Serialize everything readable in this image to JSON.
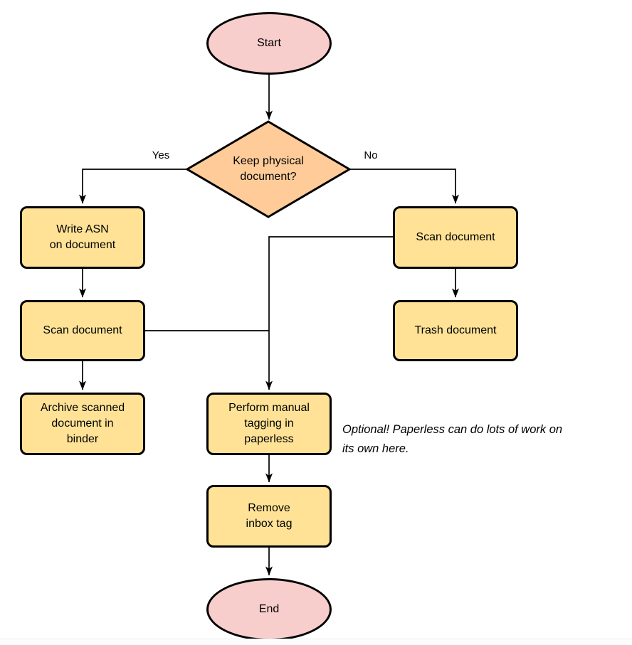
{
  "diagram": {
    "nodes": {
      "start": {
        "label": "Start",
        "type": "terminator"
      },
      "decision": {
        "label": "Keep physical document?",
        "type": "decision"
      },
      "write_asn": {
        "label": "Write ASN\non document",
        "type": "process"
      },
      "scan_left": {
        "label": "Scan document",
        "type": "process"
      },
      "archive": {
        "label": "Archive scanned\ndocument in\nbinder",
        "type": "process"
      },
      "scan_right": {
        "label": "Scan document",
        "type": "process"
      },
      "trash": {
        "label": "Trash document",
        "type": "process"
      },
      "tagging": {
        "label": "Perform manual\ntagging in\npaperless",
        "type": "process"
      },
      "remove_inbox": {
        "label": "Remove\ninbox tag",
        "type": "process"
      },
      "end": {
        "label": "End",
        "type": "terminator"
      }
    },
    "edge_labels": {
      "yes": "Yes",
      "no": "No"
    },
    "note": "Optional! Paperless can do lots of work on\nits own here."
  },
  "colors": {
    "background": "#ffffff",
    "stroke": "#000000",
    "terminator-fill": "#f8cecc",
    "decision-fill": "#ffcc99",
    "process-fill": "#ffe296",
    "note-text": "#000000"
  }
}
